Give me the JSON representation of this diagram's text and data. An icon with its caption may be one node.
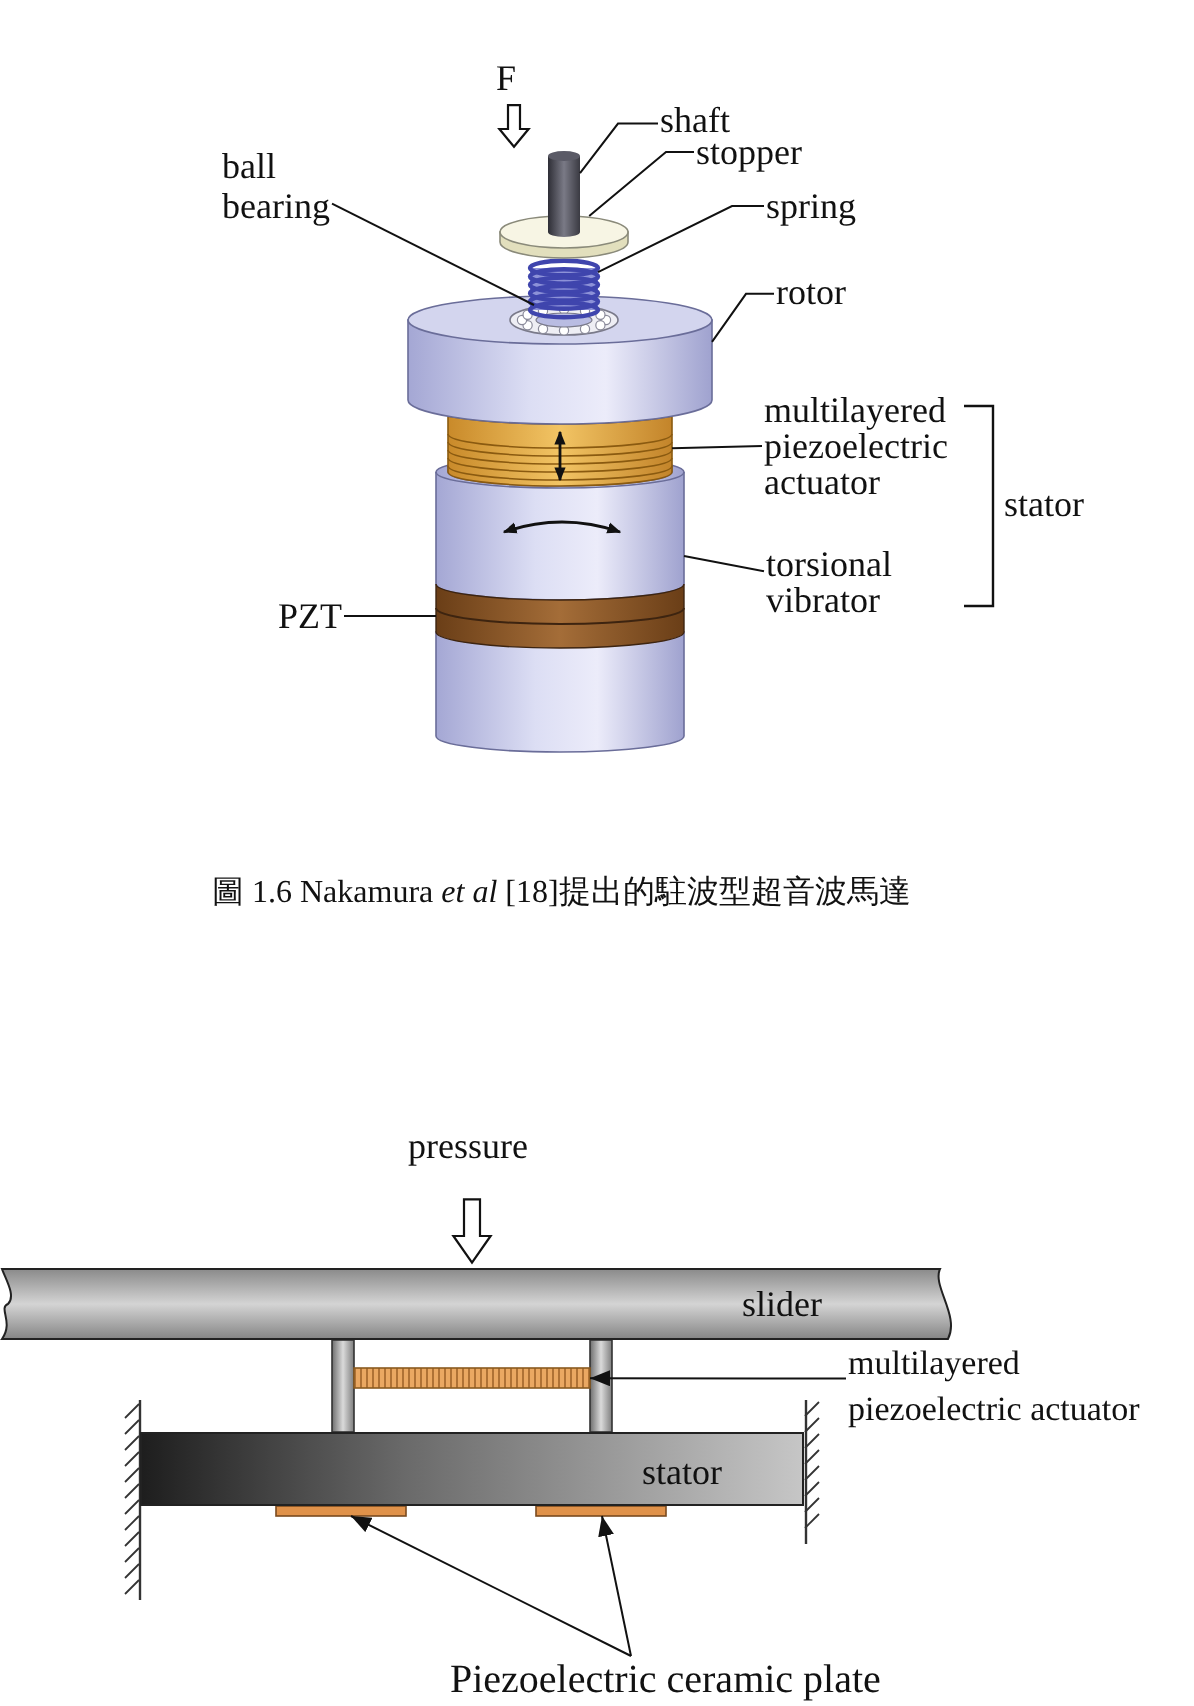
{
  "diagram": {
    "caption": "圖 1.6 Nakamura *et al* [18]提出的駐波型超音波馬達",
    "nodes": [
      {
        "text": [
          "shaft"
        ]
      },
      {
        "text": [
          "stopper"
        ]
      },
      {
        "text": [
          "ball bearing"
        ]
      },
      {
        "text": [
          "spring"
        ]
      },
      {
        "text": [
          "rotor"
        ]
      },
      {
        "text": [
          "multilayered piezoelectric actuator"
        ]
      },
      {
        "text": [
          "torsional vibrator"
        ]
      },
      {
        "text": [
          "PZT"
        ]
      },
      {
        "text": [
          "slider"
        ]
      },
      {
        "text": [
          "multilayered piezoelectric actuator"
        ]
      },
      {
        "text": [
          "stator"
        ]
      },
      {
        "text": [
          "Piezoelectric ceramic plate"
        ]
      },
      {
        "text": [],
        "shape": "cylinder"
      },
      {
        "text": [],
        "shape": "cylinder"
      },
      {
        "text": [],
        "shape": "coil"
      },
      {
        "text": [],
        "shape": "cylinder"
      },
      {
        "text": [],
        "shape": "ring"
      },
      {
        "text": [],
        "shape": "cylinder"
      },
      {
        "text": [],
        "shape": "cylinder"
      },
      {
        "text": [],
        "shape": "band"
      },
      {
        "text": [],
        "shape": "bar"
      },
      {
        "text": [],
        "shape": "bar"
      },
      {
        "text": [],
        "shape": "bar"
      }
    ],
    "edges": [
      {
        "from": 0,
        "to": 12,
        "arrow": "none"
      },
      {
        "from": 1,
        "to": 13,
        "arrow": "none"
      },
      {
        "from": 2,
        "to": 16,
        "arrow": "none"
      },
      {
        "from": 3,
        "to": 14,
        "arrow": "none"
      },
      {
        "from": 4,
        "to": 15,
        "arrow": "none"
      },
      {
        "from": 5,
        "to": 17,
        "arrow": "none"
      },
      {
        "from": 6,
        "to": 18,
        "arrow": "none"
      },
      {
        "from": 7,
        "to": 19,
        "arrow": "none"
      },
      {
        "from": 9,
        "to": 20,
        "arrow": "to"
      },
      {
        "from": 11,
        "to": 21,
        "arrow": "to"
      },
      {
        "from": 11,
        "to": 22,
        "arrow": "to"
      }
    ],
    "labels": [
      "F",
      "stator",
      "pressure"
    ]
  }
}
